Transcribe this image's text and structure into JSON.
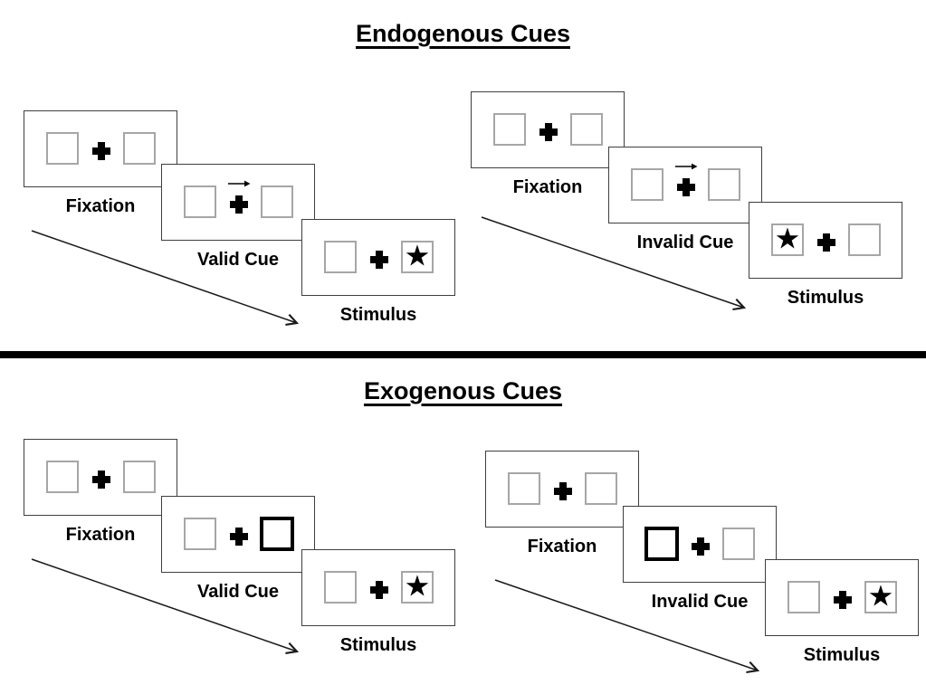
{
  "figure": {
    "sections": [
      {
        "title": "Endogenous Cues",
        "trials": [
          {
            "type": "valid",
            "cue": "central rightward arrow above fixation cross",
            "target_side": "right",
            "steps": [
              {
                "label": "Fixation"
              },
              {
                "label": "Valid Cue"
              },
              {
                "label": "Stimulus"
              }
            ]
          },
          {
            "type": "invalid",
            "cue": "central rightward arrow above fixation cross",
            "target_side": "left",
            "steps": [
              {
                "label": "Fixation"
              },
              {
                "label": "Invalid Cue"
              },
              {
                "label": "Stimulus"
              }
            ]
          }
        ]
      },
      {
        "title": "Exogenous Cues",
        "trials": [
          {
            "type": "valid",
            "cue": "right box highlighted with thick black border",
            "target_side": "right",
            "steps": [
              {
                "label": "Fixation"
              },
              {
                "label": "Valid Cue"
              },
              {
                "label": "Stimulus"
              }
            ]
          },
          {
            "type": "invalid",
            "cue": "left box highlighted with thick black border",
            "target_side": "right",
            "steps": [
              {
                "label": "Fixation"
              },
              {
                "label": "Invalid Cue"
              },
              {
                "label": "Stimulus"
              }
            ]
          }
        ]
      }
    ]
  },
  "glyphs": {
    "star": "★"
  },
  "colors": {
    "background": "#ffffff",
    "panel_border": "#3f3f3f",
    "box_border": "#a6a6a6",
    "cue_highlight": "#000000",
    "symbol": "#000000",
    "divider": "#000000",
    "text": "#000000"
  }
}
